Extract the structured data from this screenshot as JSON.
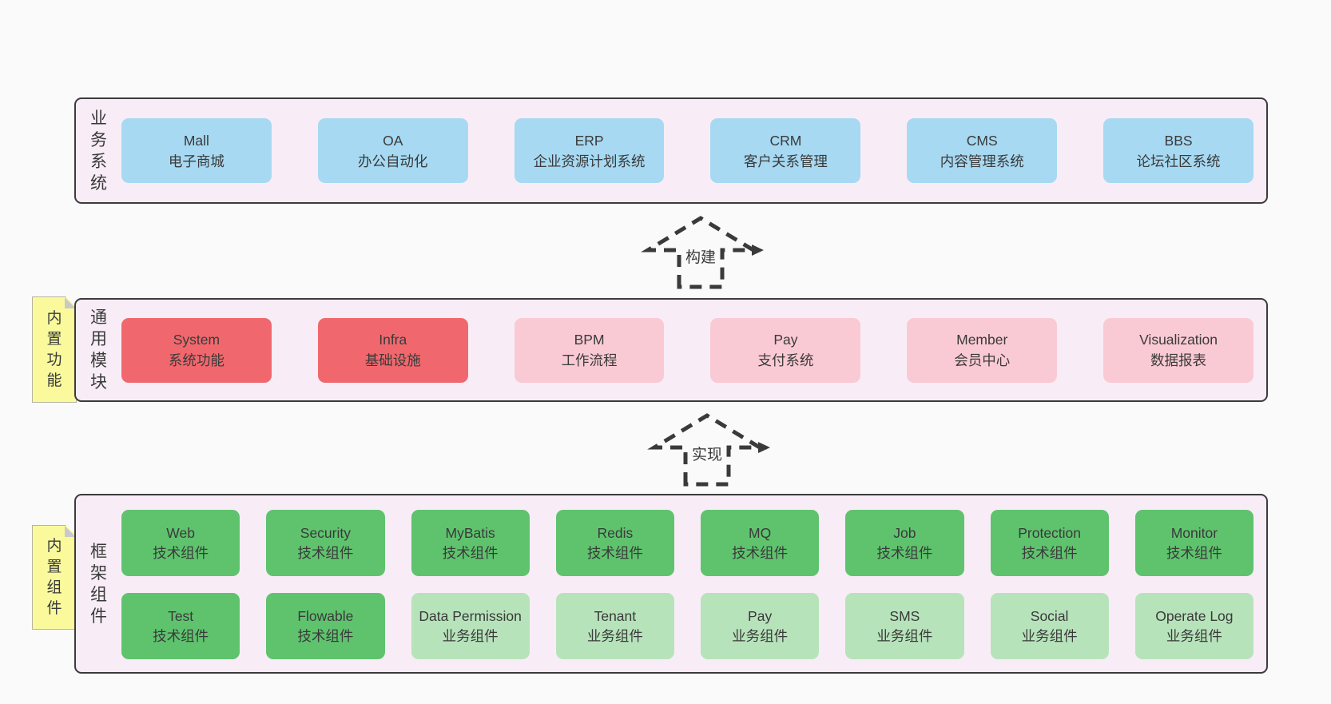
{
  "palette": {
    "page-bg": "#fafafa",
    "band-bg": "#f8edf6",
    "band-border": "#3b3b3b",
    "box-blue": "#a7d9f2",
    "box-red": "#f0686d",
    "box-pink": "#facad4",
    "box-green": "#5fc36e",
    "box-green-light": "#b7e3bb",
    "sticky-yellow": "#fafa9d",
    "sticky-fold": "#c9c9c9",
    "text": "#3a3a3a",
    "arrow": "#3a3a3a"
  },
  "stickies": {
    "functions": {
      "label": "内置功能"
    },
    "components": {
      "label": "内置组件"
    }
  },
  "arrows": {
    "build": {
      "label": "构建"
    },
    "implement": {
      "label": "实现"
    }
  },
  "bands": {
    "business": {
      "label": "业务系统",
      "boxes": [
        {
          "name": "Mall",
          "desc": "电子商城"
        },
        {
          "name": "OA",
          "desc": "办公自动化"
        },
        {
          "name": "ERP",
          "desc": "企业资源计划系统"
        },
        {
          "name": "CRM",
          "desc": "客户关系管理"
        },
        {
          "name": "CMS",
          "desc": "内容管理系统"
        },
        {
          "name": "BBS",
          "desc": "论坛社区系统"
        }
      ]
    },
    "modules": {
      "label": "通用模块",
      "boxes": [
        {
          "name": "System",
          "desc": "系统功能"
        },
        {
          "name": "Infra",
          "desc": "基础设施"
        },
        {
          "name": "BPM",
          "desc": "工作流程"
        },
        {
          "name": "Pay",
          "desc": "支付系统"
        },
        {
          "name": "Member",
          "desc": "会员中心"
        },
        {
          "name": "Visualization",
          "desc": "数据报表"
        }
      ]
    },
    "components": {
      "label": "框架组件",
      "rows": [
        [
          {
            "name": "Web",
            "desc": "技术组件"
          },
          {
            "name": "Security",
            "desc": "技术组件"
          },
          {
            "name": "MyBatis",
            "desc": "技术组件"
          },
          {
            "name": "Redis",
            "desc": "技术组件"
          },
          {
            "name": "MQ",
            "desc": "技术组件"
          },
          {
            "name": "Job",
            "desc": "技术组件"
          },
          {
            "name": "Protection",
            "desc": "技术组件"
          },
          {
            "name": "Monitor",
            "desc": "技术组件"
          }
        ],
        [
          {
            "name": "Test",
            "desc": "技术组件"
          },
          {
            "name": "Flowable",
            "desc": "技术组件"
          },
          {
            "name": "Data Permission",
            "desc": "业务组件"
          },
          {
            "name": "Tenant",
            "desc": "业务组件"
          },
          {
            "name": "Pay",
            "desc": "业务组件"
          },
          {
            "name": "SMS",
            "desc": "业务组件"
          },
          {
            "name": "Social",
            "desc": "业务组件"
          },
          {
            "name": "Operate Log",
            "desc": "业务组件"
          }
        ]
      ]
    }
  }
}
